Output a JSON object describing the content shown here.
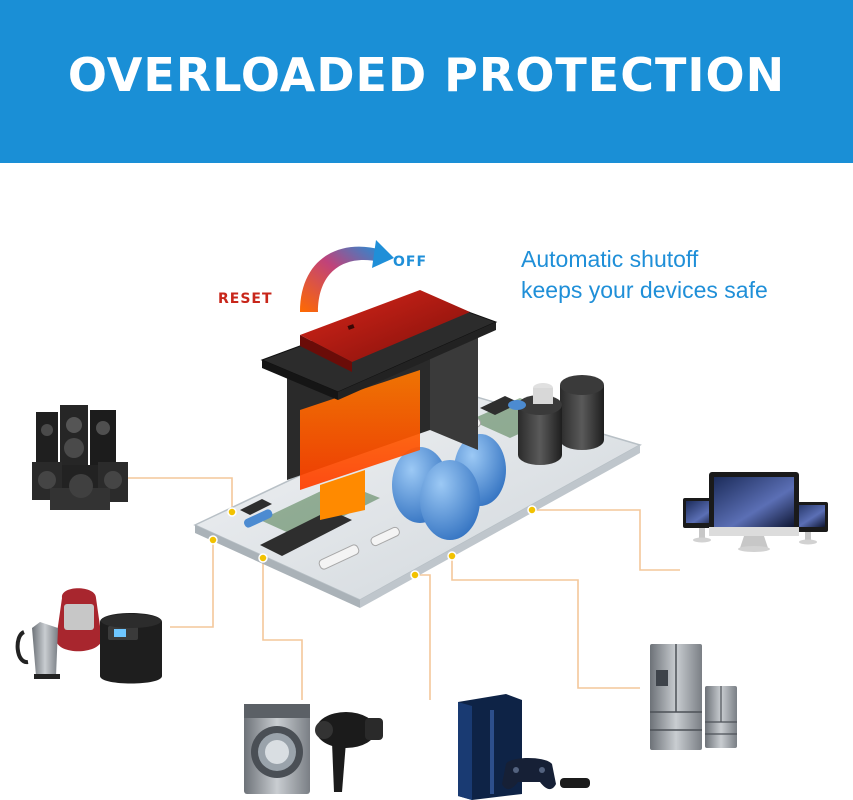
{
  "banner": {
    "title": "OVERLOADED PROTECTION",
    "background": "#1a8fd6"
  },
  "switch_labels": {
    "reset": "RESET",
    "off": "OFF"
  },
  "tagline": {
    "line1": "Automatic shutoff",
    "line2": "keeps your devices safe"
  },
  "colors": {
    "accent_blue": "#1f8fd8",
    "reset_red": "#c8261a",
    "connector_line": "#f3c79a",
    "node_dot": "#f2c200"
  },
  "devices": [
    {
      "icon": "speaker-system-icon"
    },
    {
      "icon": "kettle-rice-cooker-icon"
    },
    {
      "icon": "washing-machine-hairdryer-icon"
    },
    {
      "icon": "game-console-icon"
    },
    {
      "icon": "refrigerator-icon"
    },
    {
      "icon": "computer-monitors-icon"
    }
  ]
}
